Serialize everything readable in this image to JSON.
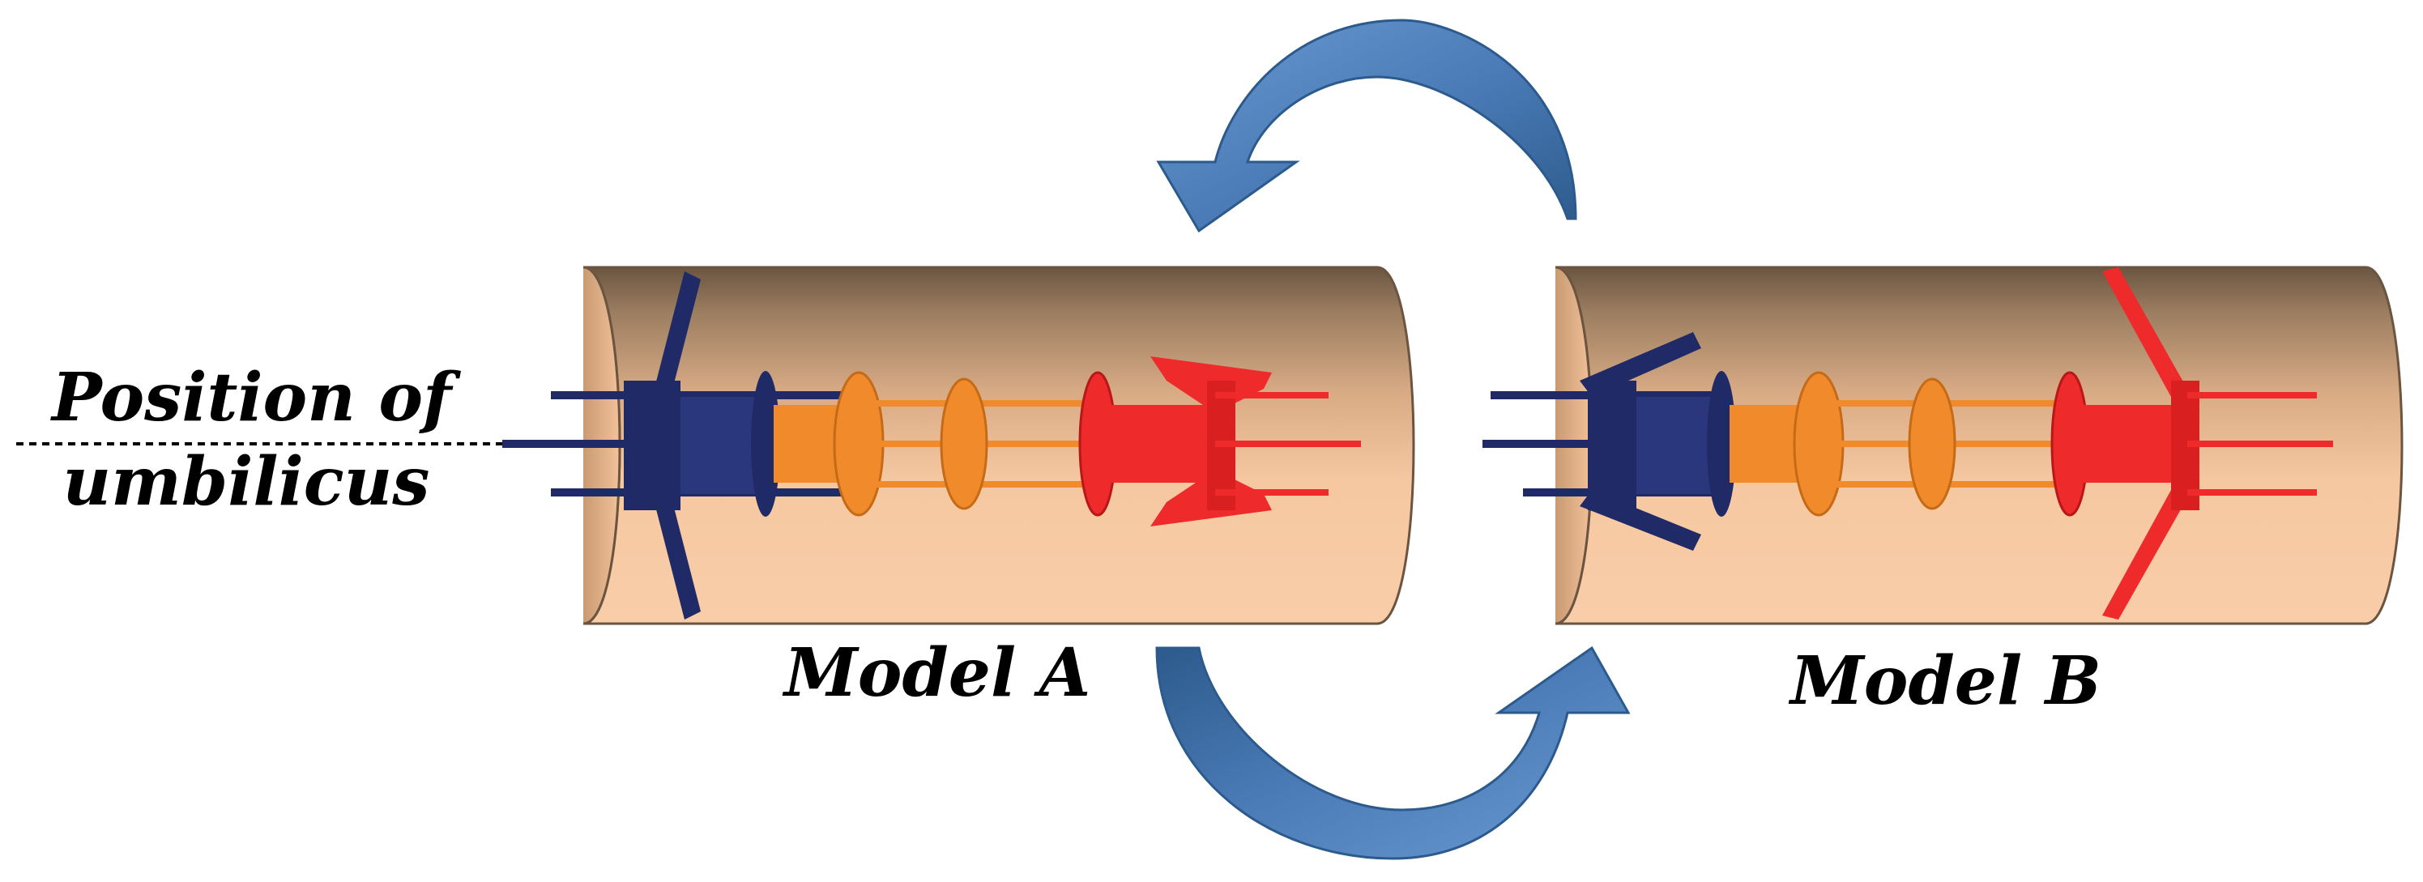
{
  "labels": {
    "position_line1": "Position of",
    "position_line2": "umbilicus",
    "model_a": "Model A",
    "model_b": "Model B"
  },
  "colors": {
    "tube_light": "#f8c9a2",
    "tube_dark": "#6b5541",
    "navy": "#1f2a66",
    "orange": "#f08a2a",
    "red": "#ee2a2a",
    "arrow": "#4a7ab5",
    "arrow_dark": "#2c5a8c"
  }
}
